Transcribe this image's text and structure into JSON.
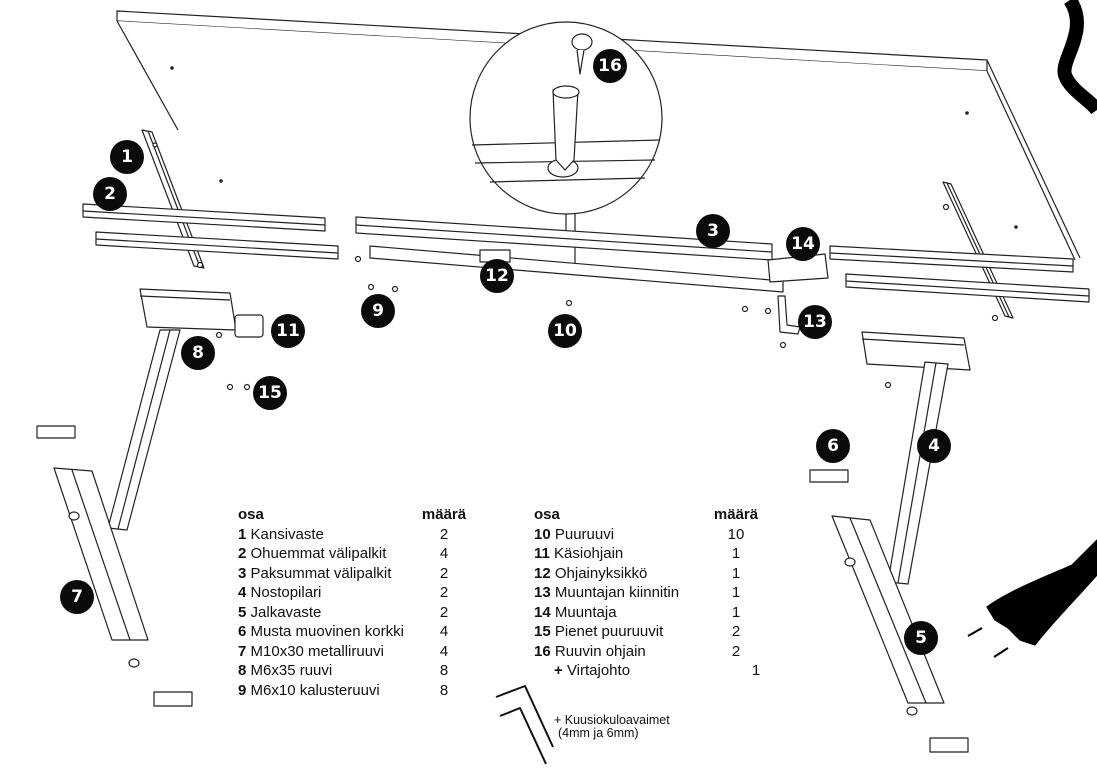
{
  "diagram": {
    "subject": "Standing desk exploded assembly view with parts list",
    "callouts": [
      {
        "num": "1",
        "part": "Kansivaste"
      },
      {
        "num": "2",
        "part": "Ohuemmat välipalkit"
      },
      {
        "num": "3",
        "part": "Paksummat välipalkit"
      },
      {
        "num": "4",
        "part": "Nostopilari"
      },
      {
        "num": "5",
        "part": "Jalkavaste"
      },
      {
        "num": "6",
        "part": "Musta muovinen korkki"
      },
      {
        "num": "7",
        "part": "M10x30 metalliruuvi"
      },
      {
        "num": "8",
        "part": "M6x35 ruuvi"
      },
      {
        "num": "9",
        "part": "M6x10 kalusteruuvi"
      },
      {
        "num": "10",
        "part": "Puuruuvi"
      },
      {
        "num": "11",
        "part": "Käsiohjain"
      },
      {
        "num": "12",
        "part": "Ohjainyksikkö"
      },
      {
        "num": "13",
        "part": "Muuntajan kiinnitin"
      },
      {
        "num": "14",
        "part": "Muuntaja"
      },
      {
        "num": "15",
        "part": "Pienet puuruuvit"
      },
      {
        "num": "16",
        "part": "Ruuvin ohjain"
      }
    ]
  },
  "parts_list": {
    "header_part": "osa",
    "header_qty": "määrä",
    "left": [
      {
        "num": "1",
        "name": "Kansivaste",
        "qty": "2"
      },
      {
        "num": "2",
        "name": "Ohuemmat välipalkit",
        "qty": "4"
      },
      {
        "num": "3",
        "name": "Paksummat välipalkit",
        "qty": "2"
      },
      {
        "num": "4",
        "name": "Nostopilari",
        "qty": "2"
      },
      {
        "num": "5",
        "name": "Jalkavaste",
        "qty": "2"
      },
      {
        "num": "6",
        "name": "Musta muovinen korkki",
        "qty": "4"
      },
      {
        "num": "7",
        "name": "M10x30 metalliruuvi",
        "qty": "4"
      },
      {
        "num": "8",
        "name": "M6x35 ruuvi",
        "qty": "8"
      },
      {
        "num": "9",
        "name": "M6x10 kalusteruuvi",
        "qty": "8"
      }
    ],
    "right": [
      {
        "num": "10",
        "name": "Puuruuvi",
        "qty": "10"
      },
      {
        "num": "11",
        "name": "Käsiohjain",
        "qty": "1"
      },
      {
        "num": "12",
        "name": "Ohjainyksikkö",
        "qty": "1"
      },
      {
        "num": "13",
        "name": "Muuntajan kiinnitin",
        "qty": "1"
      },
      {
        "num": "14",
        "name": "Muuntaja",
        "qty": "1"
      },
      {
        "num": "15",
        "name": "Pienet puuruuvit",
        "qty": "2"
      },
      {
        "num": "16",
        "name": "Ruuvin ohjain",
        "qty": "2"
      },
      {
        "num": "+",
        "name": "Virtajohto",
        "qty": "1"
      }
    ],
    "extra_note_line1": "+ Kuusiokuloavaimet",
    "extra_note_line2": "(4mm ja 6mm)"
  }
}
